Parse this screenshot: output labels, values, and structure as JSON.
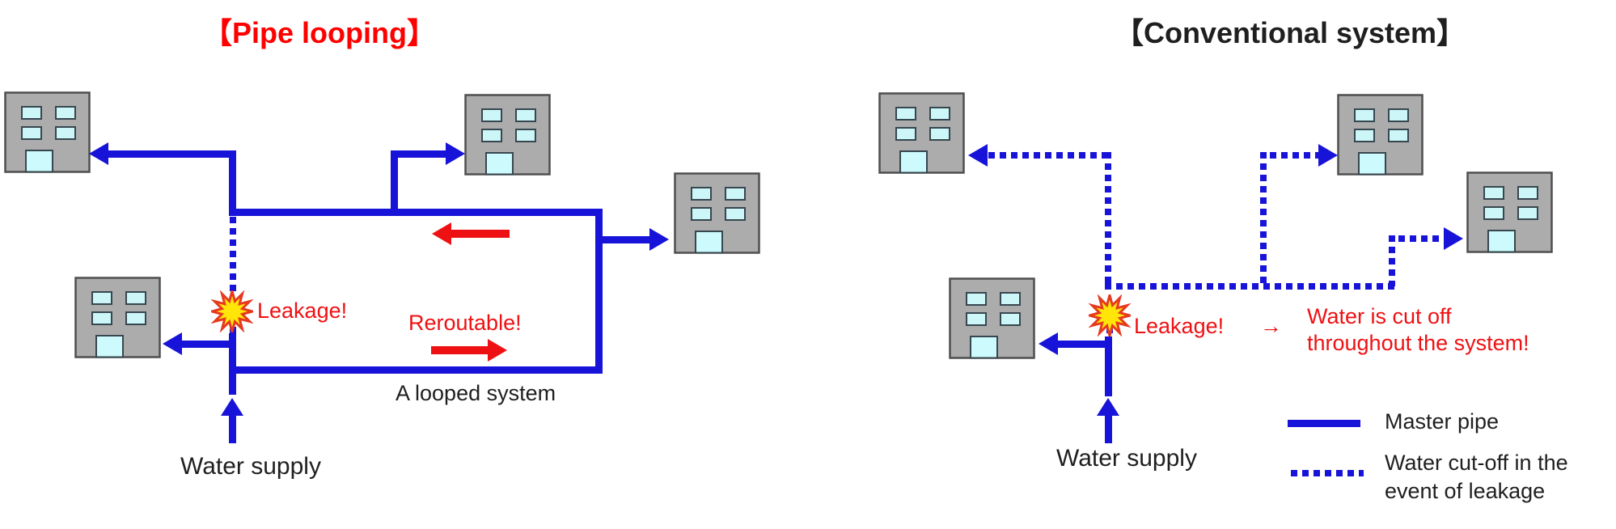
{
  "left_panel": {
    "title": "【Pipe looping】",
    "labels": {
      "leakage": "Leakage!",
      "reroutable": "Reroutable!",
      "looped_system": "A looped system",
      "water_supply": "Water supply"
    }
  },
  "right_panel": {
    "title": "【Conventional system】",
    "labels": {
      "leakage": "Leakage!",
      "arrow": "→",
      "cutoff_line1": "Water is cut off",
      "cutoff_line2": "throughout the system!",
      "water_supply": "Water supply"
    },
    "legend": {
      "master_pipe": "Master pipe",
      "cutoff_line1": "Water cut-off in the",
      "cutoff_line2": "event of leakage"
    }
  },
  "icons": {
    "building": "building-icon",
    "starburst": "leakage-burst-icon",
    "arrowhead": "pipe-arrowhead-icon"
  },
  "colors": {
    "pipe_blue": "#1813d8",
    "annotation_red": "#ee1113",
    "title_red": "#ff0000",
    "text_black": "#1f1f1f",
    "building_gray": "#acacac",
    "window_cyan": "#ccf6f8",
    "starburst_yellow": "#ffe608",
    "starburst_border_red": "#e6391f"
  }
}
